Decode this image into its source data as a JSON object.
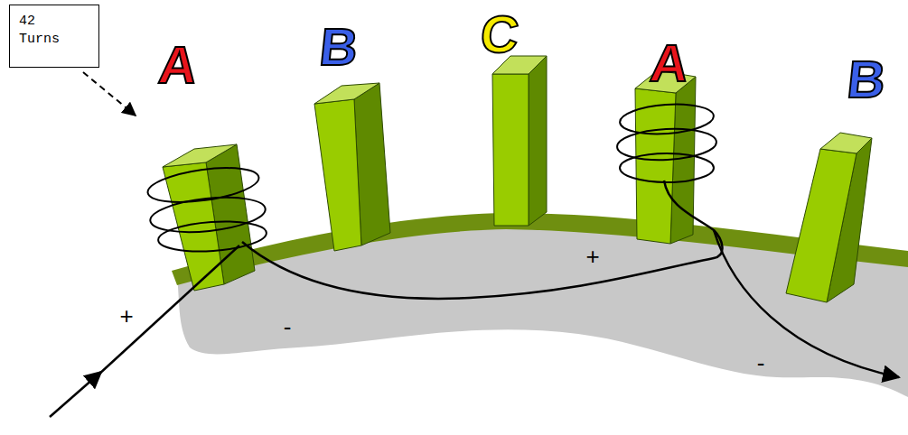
{
  "diagram": {
    "nodes": [
      {
        "text": [
          "42 Turns"
        ]
      }
    ],
    "labels": [
      "A",
      "B",
      "C",
      "A",
      "B",
      "+",
      "-",
      "+",
      "-"
    ]
  }
}
